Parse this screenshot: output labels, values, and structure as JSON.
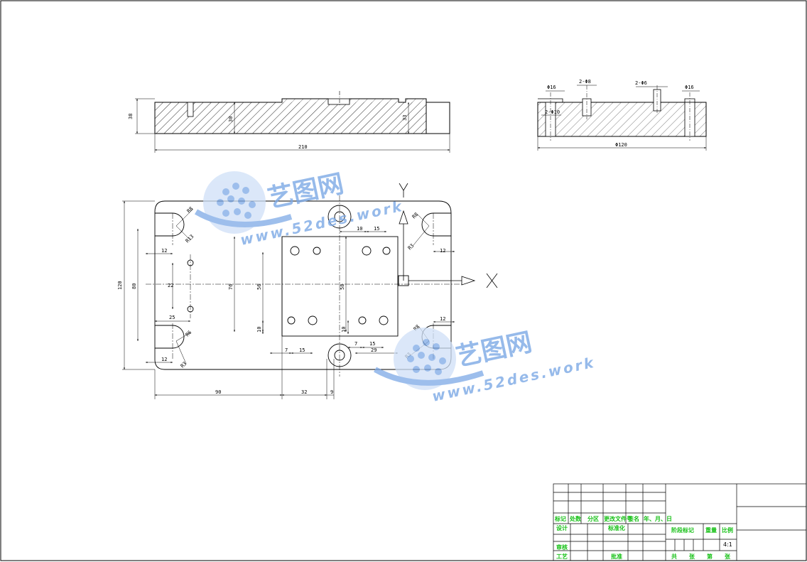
{
  "drawing": {
    "front_view": {
      "dim_total_width": "210",
      "dim_height": "38",
      "dim_center_depth": "30",
      "dim_right_depth": "33"
    },
    "side_view": {
      "dim_width": "Φ120",
      "hole_left": "Φ16",
      "hole_2x8": "2-Φ8",
      "hole_2x6": "2-Φ6",
      "hole_right": "Φ16",
      "hole_2x10": "2-Φ10"
    },
    "plan_view": {
      "dim_overall_height": "120",
      "dim_slot_span": "80",
      "dim_center_left": "22",
      "dim_left_offset": "25",
      "dim_left_12_top": "12",
      "dim_left_12_bottom": "12",
      "dim_right_12_top": "12",
      "dim_right_12_bottom": "12",
      "dim_r8_tl": "R8",
      "dim_r13_tl": "R13",
      "dim_r8_bl": "R6",
      "dim_r13_bl": "R3",
      "dim_r8_tr": "R8",
      "dim_r13_tr": "R3",
      "dim_r8_br": "R8",
      "dim_r13_br": "R3",
      "dim_inner_76": "76",
      "dim_inner_56": "56",
      "dim_inner_58": "58",
      "dim_top_10": "10",
      "dim_top_15": "15",
      "dim_bot_7a": "7",
      "dim_bot_15a": "15",
      "dim_bot_7b": "7",
      "dim_bot_15b": "15",
      "dim_bot_29": "29",
      "dim_v10a": "10",
      "dim_v10b": "10",
      "dim_base_90": "90",
      "dim_base_32": "32",
      "dim_base_9": "9",
      "axis_x": "X",
      "axis_y": "Y"
    }
  },
  "title_block": {
    "row_labels": [
      "标记",
      "处数",
      "分区",
      "更改文件号",
      "签名",
      "年、月、日"
    ],
    "design": "设计",
    "standardize": "标准化",
    "review": "审核",
    "process": "工艺",
    "approve": "批准",
    "stage_mark": "阶段标记",
    "weight": "重量",
    "scale": "比例",
    "scale_value": "4:1",
    "total": "共",
    "sheets": "张",
    "page": "第",
    "sheet": "张"
  },
  "watermark": {
    "name": "艺图网",
    "url": "www.52des.work",
    "color": "#7da9e6"
  }
}
